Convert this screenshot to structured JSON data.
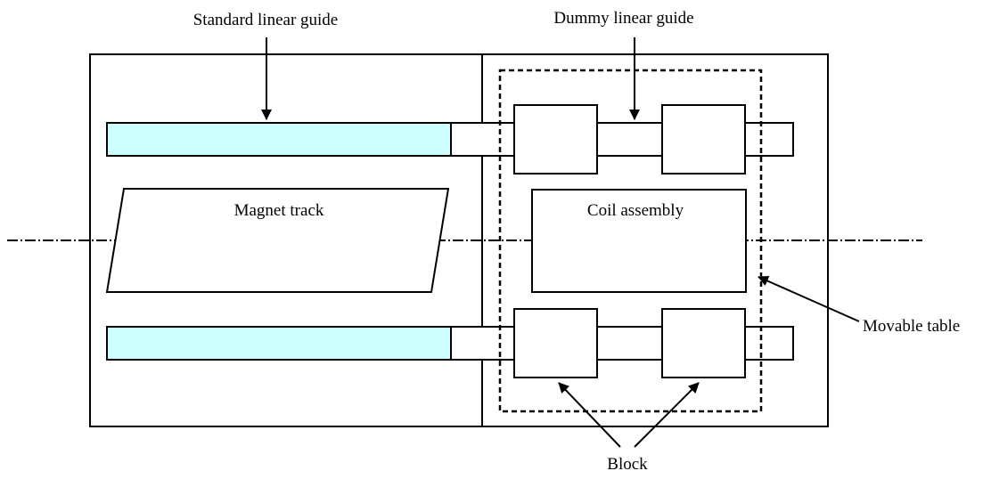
{
  "labels": {
    "standard_linear_guide": "Standard linear guide",
    "dummy_linear_guide": "Dummy linear guide",
    "magnet_track": "Magnet track",
    "coil_assembly": "Coil assembly",
    "movable_table": "Movable table",
    "block": "Block"
  },
  "colors": {
    "rail_fill": "#ccffff",
    "line": "#000000",
    "background": "#ffffff"
  }
}
